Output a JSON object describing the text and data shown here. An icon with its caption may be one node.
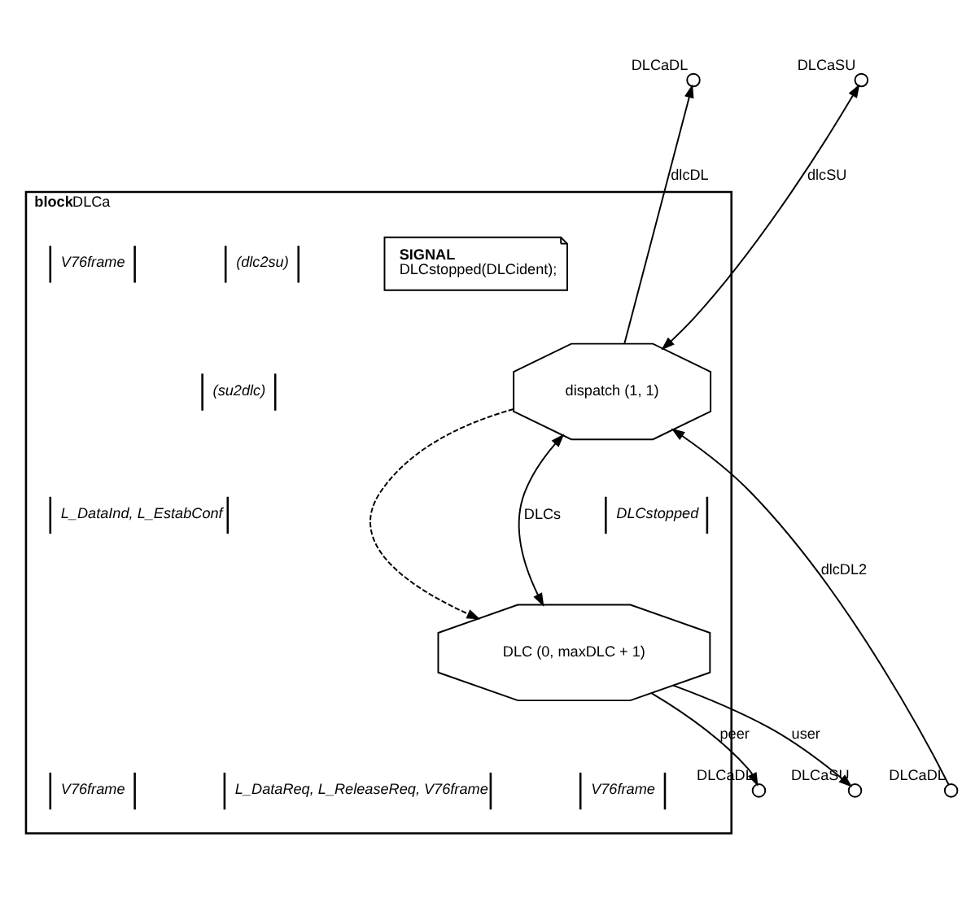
{
  "diagram": {
    "nodes": [
      {
        "text": [
          "block",
          "DLCa"
        ]
      },
      {
        "text": [
          "SIGNAL",
          "DLCstopped(DLCident);"
        ],
        "in": 0
      },
      {
        "text": [
          "dispatch (1, 1)"
        ],
        "in": 0
      },
      {
        "text": [
          "DLC (0, maxDLC + 1)"
        ],
        "in": 0
      },
      {
        "text": [
          "DLCaSU"
        ]
      },
      {
        "text": [
          "DLCaDL"
        ]
      },
      {
        "text": [
          "DLCaDL"
        ]
      },
      {
        "text": [
          "DLCaDL"
        ]
      },
      {
        "text": [
          "DLCaSU"
        ]
      }
    ],
    "edges": [
      {
        "from": 4,
        "to": 2,
        "arrow": "both",
        "label": "dlcSU"
      },
      {
        "from": 2,
        "to": 5,
        "arrow": "to",
        "label": "dlcDL"
      },
      {
        "from": 2,
        "to": 3,
        "arrow": "to",
        "style": "dashed"
      },
      {
        "from": 2,
        "to": 3,
        "arrow": "both",
        "label": "DLCs"
      },
      {
        "from": 3,
        "to": 8,
        "arrow": "to",
        "label": "user"
      },
      {
        "from": 3,
        "to": 7,
        "arrow": "to",
        "label": "peer"
      },
      {
        "from": 6,
        "to": 2,
        "arrow": "to",
        "label": "dlcDL2"
      }
    ],
    "labels": [
      "(dlc2su)",
      "V76frame",
      "(su2dlc)",
      "L_DataInd, L_EstabConf",
      "DLCstopped",
      "V76frame",
      "L_DataReq, L_ReleaseReq, V76frame",
      "V76frame"
    ]
  }
}
